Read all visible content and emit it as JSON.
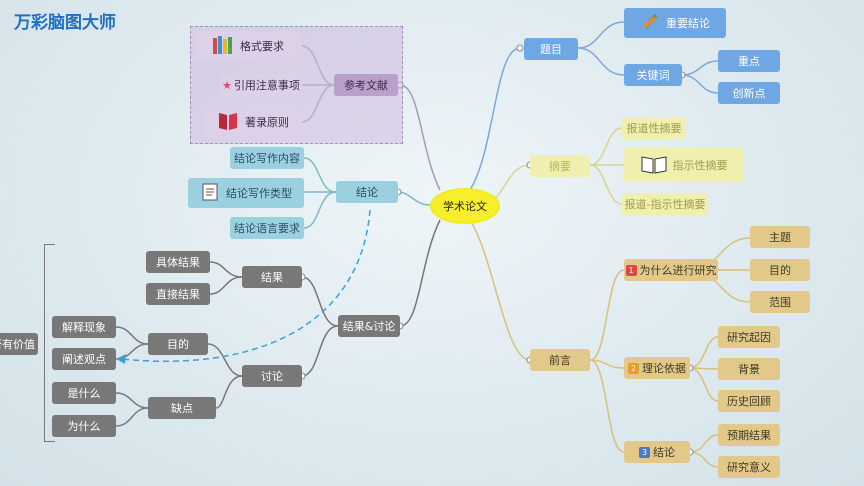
{
  "app": {
    "brand": "万彩脑图大师"
  },
  "mindmap": {
    "central": "学术论文",
    "branches": {
      "title": "题目",
      "important_conclusion": "重要结论",
      "keywords": "关键词",
      "key_point": "重点",
      "innovation": "创新点",
      "abstract": "摘要",
      "abstract_report": "报道性摘要",
      "abstract_indicative": "指示性摘要",
      "abstract_mixed": "报道-指示性摘要",
      "intro": "前言",
      "why": "为什么进行研究",
      "topic": "主题",
      "purpose": "目的",
      "scope": "范围",
      "theory": "理论依据",
      "origin": "研究起因",
      "background": "背景",
      "history": "历史回顾",
      "conclusion_part": "结论",
      "expected": "预期结果",
      "significance": "研究意义",
      "references": "参考文献",
      "format": "格式要求",
      "citation": "引用注意事项",
      "principle": "著录原则",
      "conclusion": "结论",
      "conc_content": "结论写作内容",
      "conc_type": "结论写作类型",
      "conc_lang": "结论语言要求",
      "results_discussion": "结果&讨论",
      "results": "结果",
      "specific": "具体结果",
      "direct": "直接结果",
      "discussion": "讨论",
      "aim": "目的",
      "explain": "解释现象",
      "elaborate": "阐述观点",
      "shortcoming": "缺点",
      "what": "是什么",
      "why_short": "为什么",
      "value": "否有价值"
    },
    "badges": {
      "b1": "1",
      "b2": "2",
      "b3": "3"
    },
    "icons": [
      "pencils-icon",
      "book-icon",
      "books-icon",
      "star-icon",
      "red-book-icon",
      "document-icon"
    ],
    "colors": {
      "gray": "#787878",
      "blue": "#6ea7e4",
      "yellow": "#f7ef2b",
      "tan": "#e2c98a",
      "purple": "#b9a0ca",
      "cyan": "#9ad0df",
      "dashed_link": "#3aa0d8"
    }
  }
}
